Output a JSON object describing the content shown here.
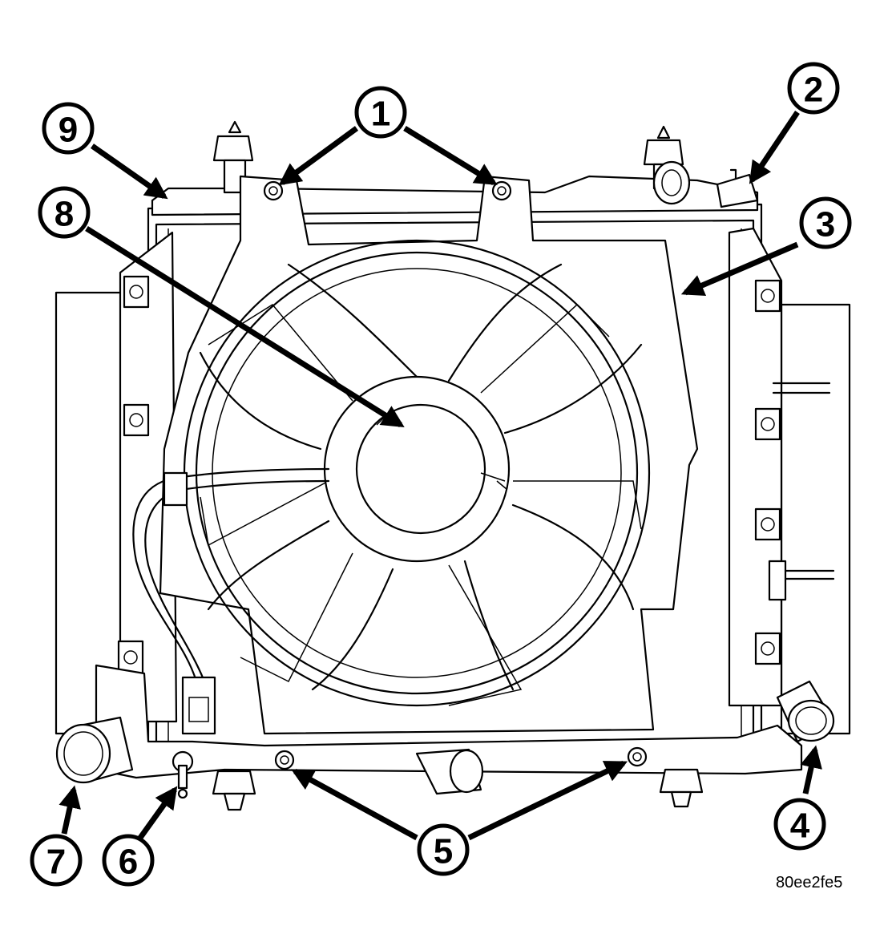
{
  "callouts": [
    {
      "id": "1",
      "label": "1"
    },
    {
      "id": "2",
      "label": "2"
    },
    {
      "id": "3",
      "label": "3"
    },
    {
      "id": "4",
      "label": "4"
    },
    {
      "id": "5",
      "label": "5"
    },
    {
      "id": "6",
      "label": "6"
    },
    {
      "id": "7",
      "label": "7"
    },
    {
      "id": "8",
      "label": "8"
    },
    {
      "id": "9",
      "label": "9"
    }
  ],
  "reference_code": "80ee2fe5",
  "colors": {
    "line": "#000000",
    "background": "#ffffff"
  }
}
